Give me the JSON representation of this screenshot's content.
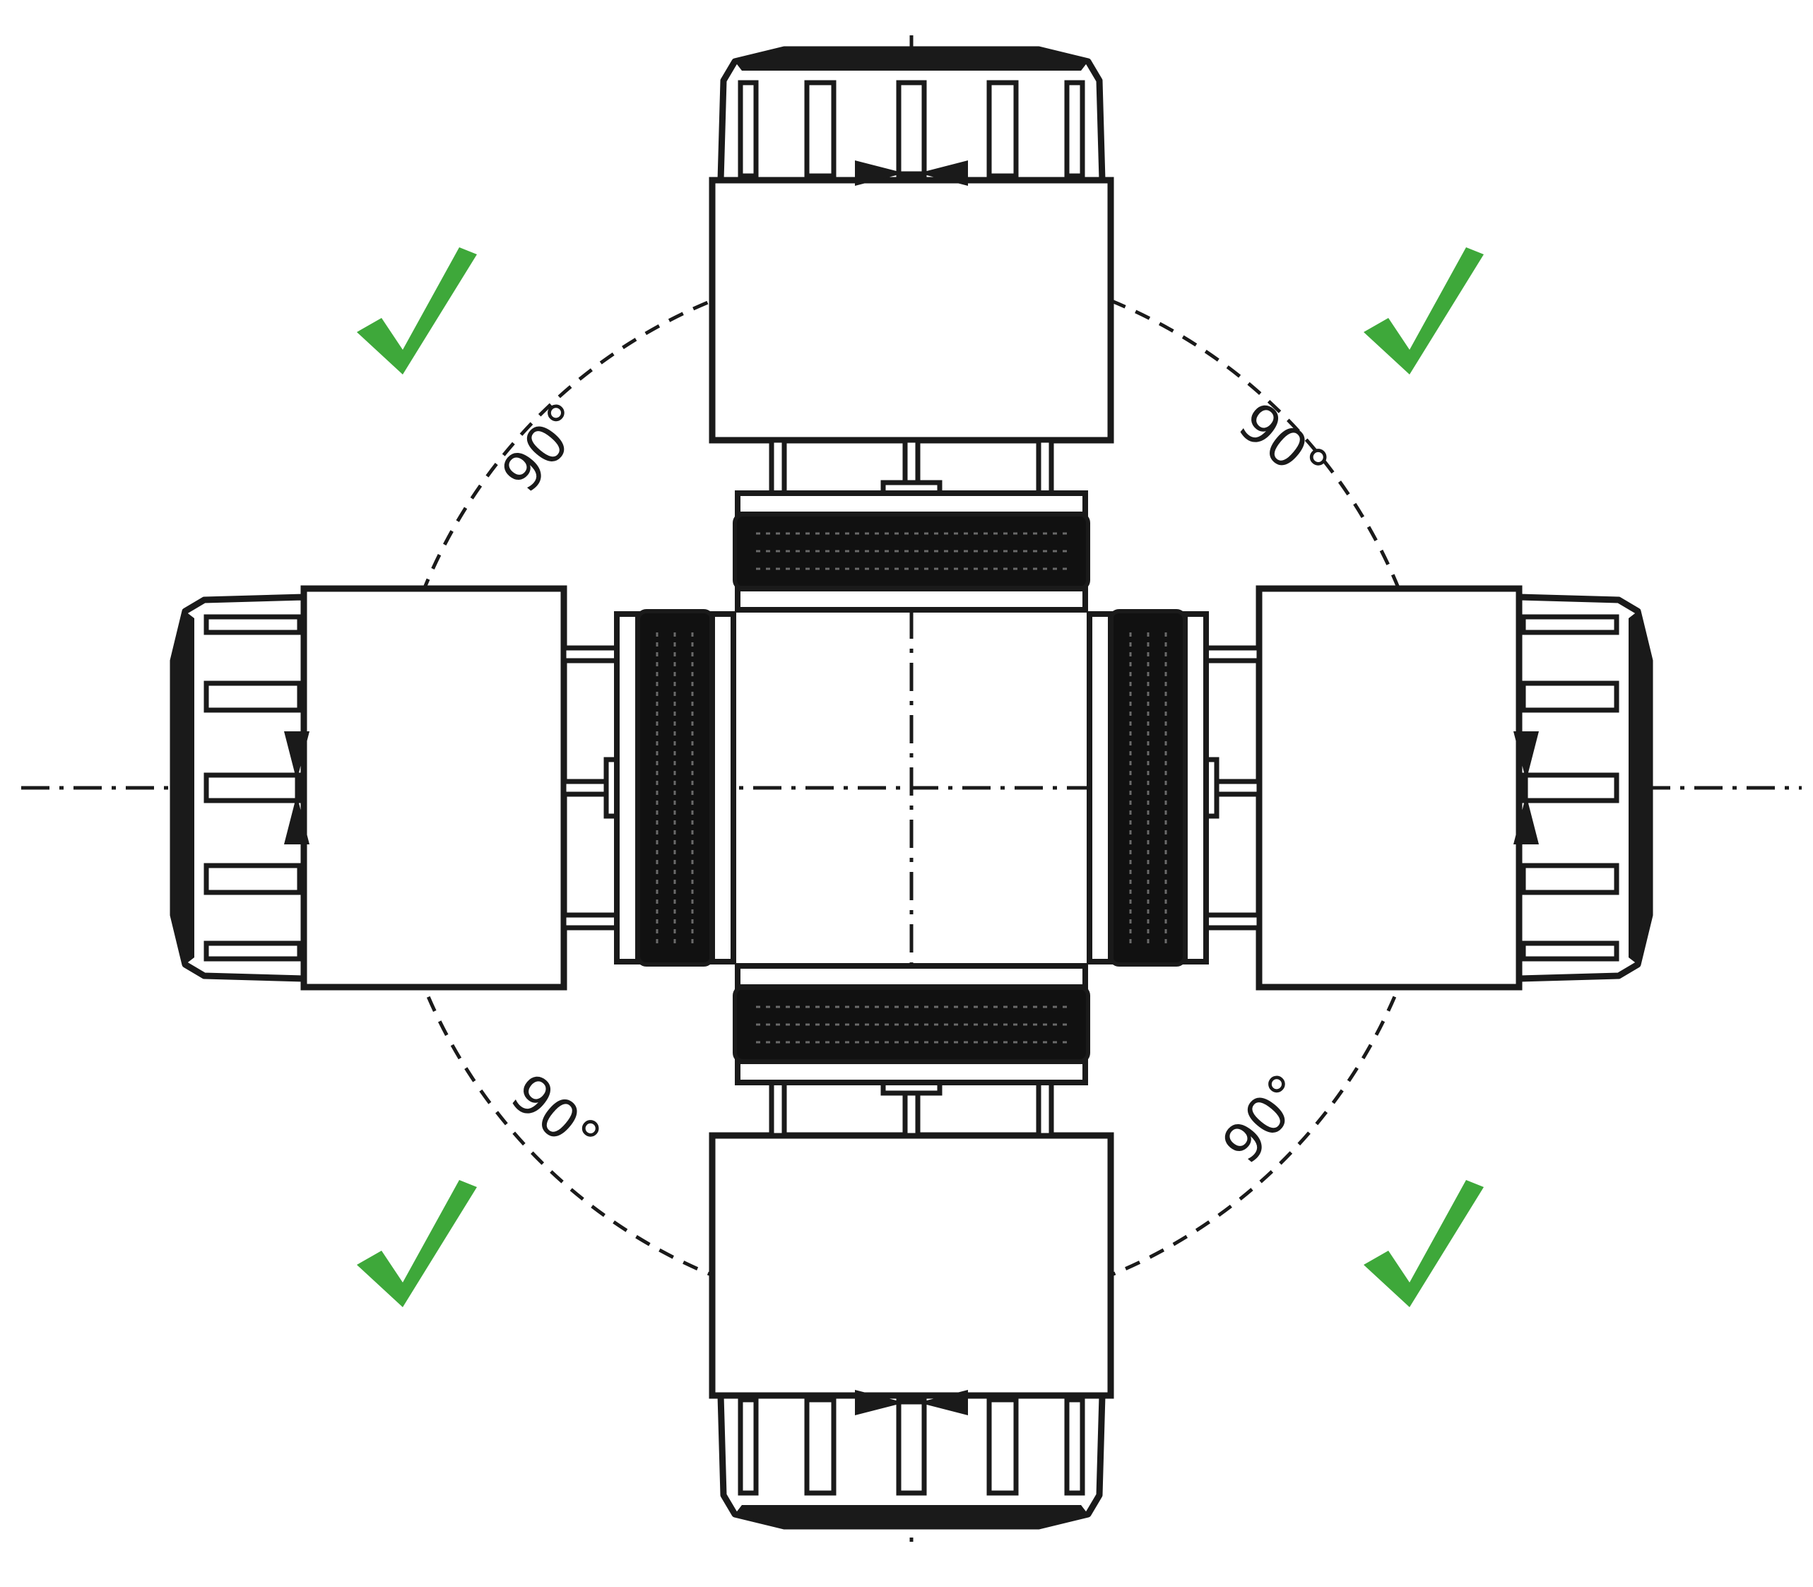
{
  "angle_labels": {
    "top_left": "90°",
    "top_right": "90°",
    "bottom_left": "90°",
    "bottom_right": "90°"
  },
  "icons": {
    "check": "check-icon",
    "actuator": "thermostatic-actuator-icon"
  },
  "colors": {
    "line": "#1a1a1a",
    "check_green": "#3ea83a",
    "background": "#ffffff"
  }
}
